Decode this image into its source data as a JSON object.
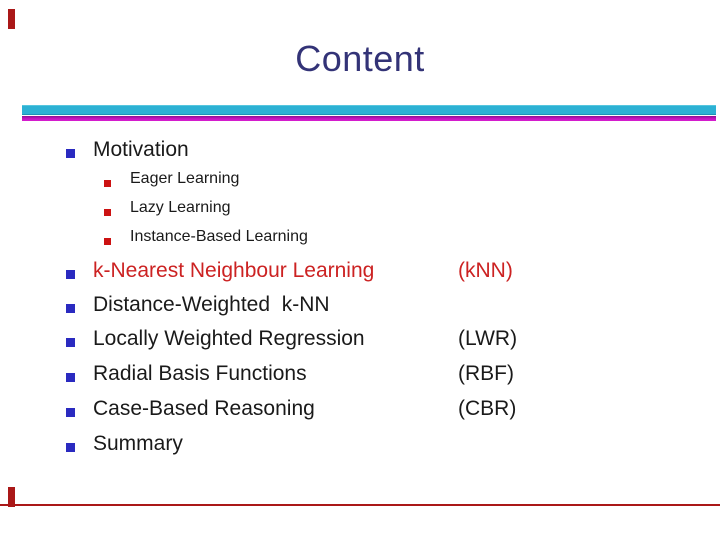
{
  "slide": {
    "title": "Content",
    "list": [
      {
        "label": "Motivation",
        "tag": "",
        "level": 1,
        "highlight": false
      },
      {
        "label": "Eager Learning",
        "tag": "",
        "level": 2,
        "highlight": false
      },
      {
        "label": "Lazy Learning",
        "tag": "",
        "level": 2,
        "highlight": false
      },
      {
        "label": "Instance-Based Learning",
        "tag": "",
        "level": 2,
        "highlight": false
      },
      {
        "label": "k-Nearest Neighbour Learning",
        "tag": "(kNN)",
        "level": 1,
        "highlight": true
      },
      {
        "label": "Distance-Weighted  k-NN",
        "tag": "",
        "level": 1,
        "highlight": false
      },
      {
        "label": "Locally Weighted Regression",
        "tag": "(LWR)",
        "level": 1,
        "highlight": false
      },
      {
        "label": "Radial Basis Functions",
        "tag": "(RBF)",
        "level": 1,
        "highlight": false
      },
      {
        "label": "Case-Based Reasoning",
        "tag": "(CBR)",
        "level": 1,
        "highlight": false
      },
      {
        "label": "Summary",
        "tag": "",
        "level": 1,
        "highlight": false
      }
    ],
    "colors": {
      "title_blue": "#333377",
      "divider_cyan": "#2cb1d4",
      "divider_magenta": "#c715c1",
      "bullet_blue": "#2a2ac0",
      "bullet_red": "#cc1212",
      "highlight_red": "#cc2222",
      "body_text": "#1a1a1a",
      "corner_mark_red": "#aa1818"
    }
  }
}
